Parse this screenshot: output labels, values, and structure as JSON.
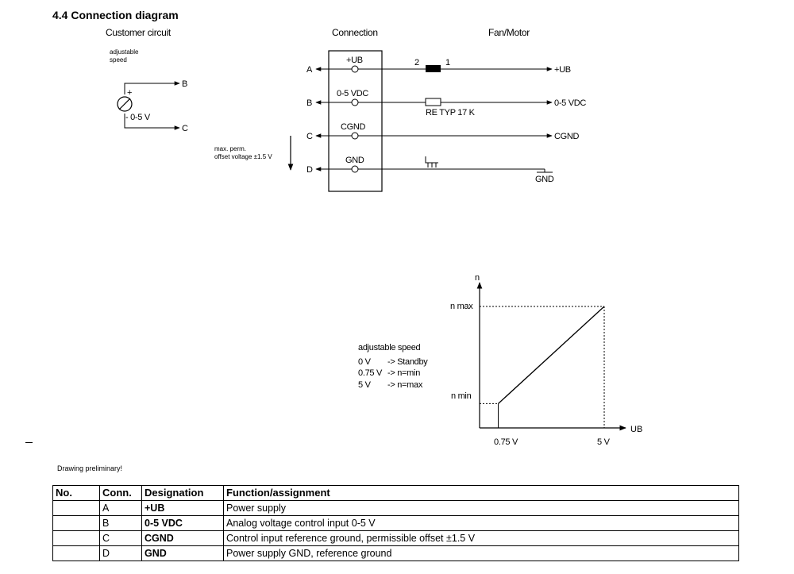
{
  "title": "4.4 Connection diagram",
  "sections": {
    "customer": "Customer circuit",
    "connection": "Connection",
    "fan": "Fan/Motor"
  },
  "customer_circuit": {
    "adjustable_line1": "adjustable",
    "adjustable_line2": "speed",
    "plus": "+",
    "minus": "- 0-5 V",
    "out_b": "B",
    "out_c": "C",
    "offset_line1": "max. perm.",
    "offset_line2": "offset voltage ±1.5 V"
  },
  "terminals": [
    {
      "letter": "A",
      "name": "+UB",
      "target": "+UB"
    },
    {
      "letter": "B",
      "name": "0-5 VDC",
      "target": "0-5 VDC"
    },
    {
      "letter": "C",
      "name": "CGND",
      "target": "CGND"
    },
    {
      "letter": "D",
      "name": "GND",
      "target": "GND"
    }
  ],
  "fan_components": {
    "pin_left": "2",
    "pin_right": "1",
    "resistor_label": "RE TYP 17 K"
  },
  "speed_legend": {
    "title": "adjustable speed",
    "rows": [
      {
        "v": "0 V",
        "desc": "-> Standby"
      },
      {
        "v": "0.75 V",
        "desc": "-> n=min"
      },
      {
        "v": "5 V",
        "desc": "-> n=max"
      }
    ]
  },
  "speed_graph": {
    "y_axis": "n",
    "x_axis": "UB",
    "n_max": "n max",
    "n_min": "n min",
    "x_min": "0.75 V",
    "x_max": "5 V"
  },
  "chart_data": {
    "type": "line",
    "x": [
      0.75,
      5
    ],
    "values": [
      0.2,
      1
    ],
    "xlabel": "UB",
    "ylabel": "n"
  },
  "note": "Drawing preliminary!",
  "table": {
    "headers": [
      "No.",
      "Conn.",
      "Designation",
      "Function/assignment"
    ],
    "rows": [
      {
        "no": "",
        "conn": "A",
        "designation": "+UB",
        "function": "Power supply"
      },
      {
        "no": "",
        "conn": "B",
        "designation": "0-5 VDC",
        "function": "Analog voltage control input 0-5 V"
      },
      {
        "no": "",
        "conn": "C",
        "designation": "CGND",
        "function": "Control input reference ground, permissible offset ±1.5 V"
      },
      {
        "no": "",
        "conn": "D",
        "designation": "GND",
        "function": "Power supply GND, reference ground"
      }
    ]
  }
}
